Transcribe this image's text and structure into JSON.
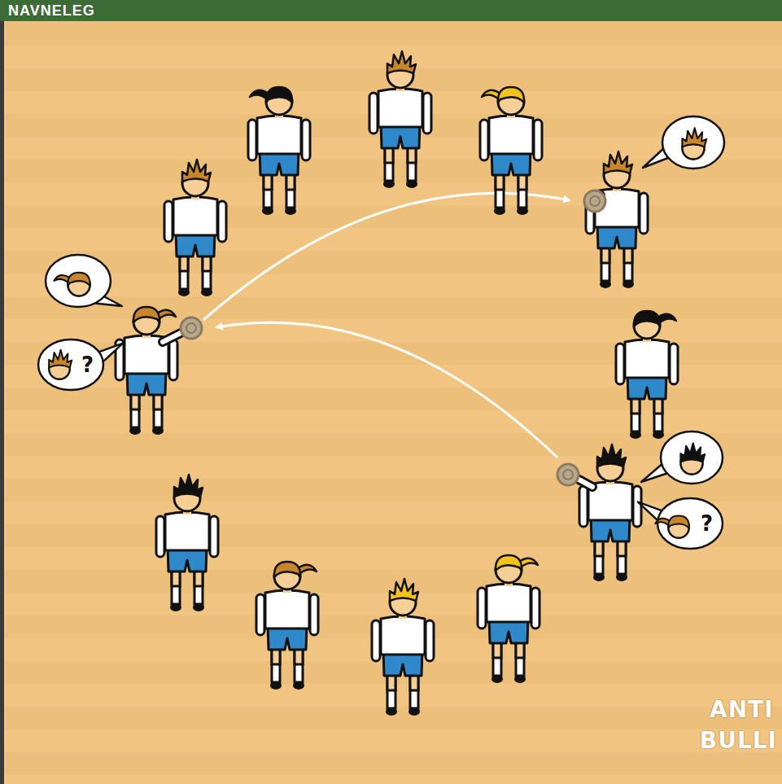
{
  "diagram": {
    "title": "NAVNELEG",
    "nodes": [
      {
        "text": [
          "?"
        ]
      },
      {
        "text": [
          "?"
        ]
      }
    ],
    "labels": [
      "ANTI",
      "BULLI"
    ]
  }
}
